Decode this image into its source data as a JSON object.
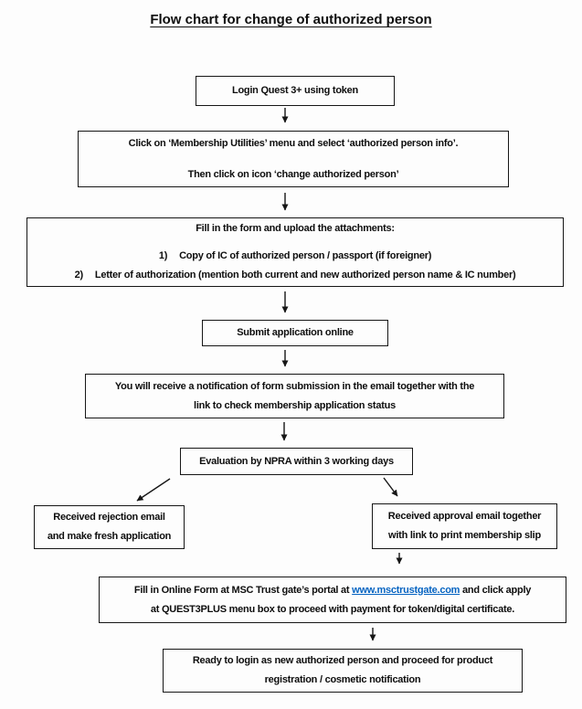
{
  "title": "Flow chart for change of authorized person",
  "boxes": {
    "login": "Login Quest 3+ using token",
    "membership": {
      "line1": "Click on ‘Membership Utilities’ menu and select ‘authorized person info’.",
      "line2": "Then click on icon ‘change authorized person’"
    },
    "fill_form": {
      "heading": "Fill in the form and upload the attachments:",
      "items": [
        {
          "num": "1)",
          "text": "Copy of IC of authorized person / passport (if foreigner)"
        },
        {
          "num": "2)",
          "text": "Letter of authorization (mention both current and new authorized person name & IC number)"
        }
      ]
    },
    "submit": "Submit application online",
    "notification": {
      "line1": "You will receive a notification of form submission in the email together with the",
      "line2": "link to check membership application status"
    },
    "evaluation": "Evaluation by NPRA within 3 working days",
    "rejection": {
      "line1": "Received rejection email",
      "line2": "and make fresh application"
    },
    "approval": {
      "line1": "Received approval email together",
      "line2": "with link to print membership slip"
    },
    "msc_portal": {
      "line1_pre": "Fill in Online Form at MSC Trust gate’s portal at ",
      "link": "www.msctrustgate.com",
      "line1_post": " and click apply",
      "line2": "at QUEST3PLUS menu box to proceed with payment for token/digital certificate."
    },
    "ready": {
      "line1": "Ready to login as new authorized person and proceed for product",
      "line2": "registration / cosmetic notification"
    }
  },
  "colors": {
    "link": "#0563c1",
    "border": "#161616",
    "text": "#0e0e0e",
    "background": "#fdfdfd"
  }
}
